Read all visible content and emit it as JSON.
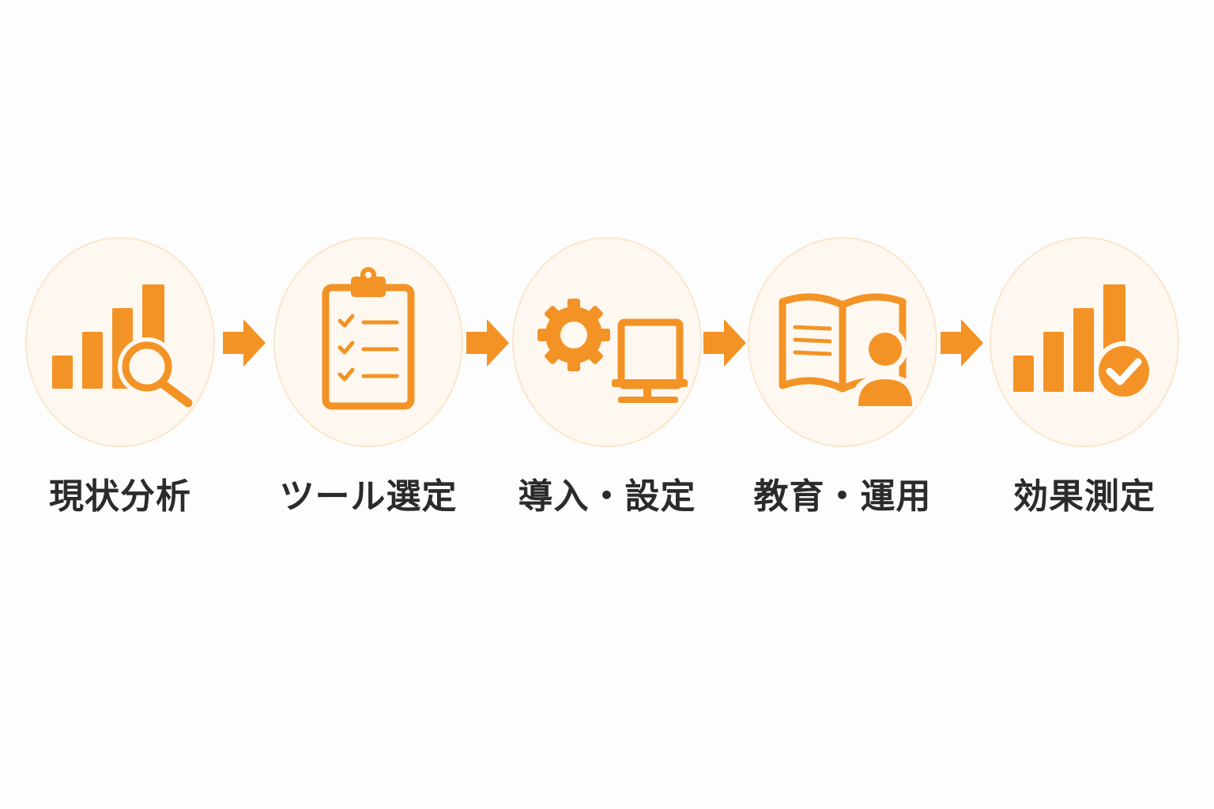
{
  "colors": {
    "accent": "#f39325",
    "circle_fill": "#fef8f0",
    "circle_border": "#fbe6cc",
    "label": "#2b2b2b"
  },
  "steps": [
    {
      "label": "現状分析",
      "icon": "bar-chart-magnifier-icon"
    },
    {
      "label": "ツール選定",
      "icon": "clipboard-checklist-icon"
    },
    {
      "label": "導入・設定",
      "icon": "gear-monitor-icon"
    },
    {
      "label": "教育・運用",
      "icon": "book-person-icon"
    },
    {
      "label": "効果測定",
      "icon": "bar-chart-check-icon"
    }
  ]
}
